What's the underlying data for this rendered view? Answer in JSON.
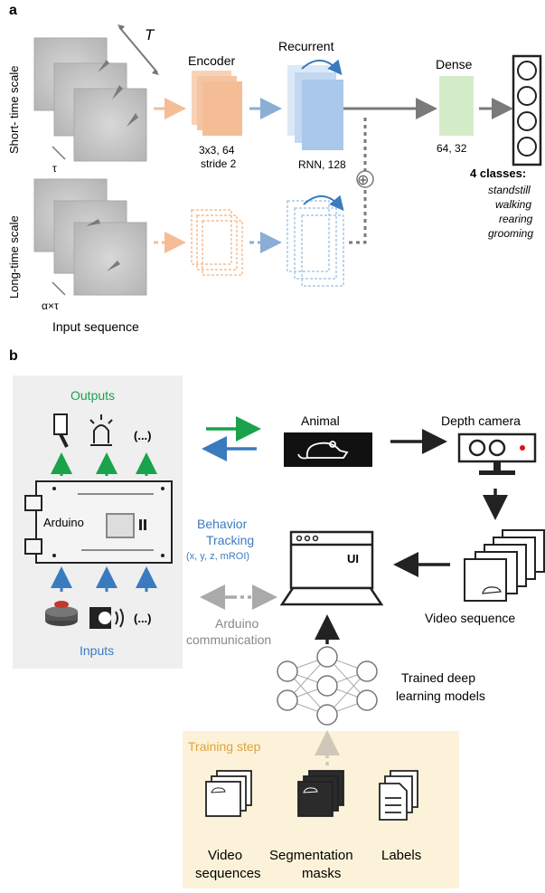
{
  "panel_a": {
    "label": "a",
    "short_scale_label": "Short- time scale",
    "long_scale_label": "Long-time scale",
    "T_label": "T",
    "tau_label": "τ",
    "alpha_tau_label": "α×τ",
    "input_sequence_label": "Input sequence",
    "encoder": {
      "title": "Encoder",
      "spec_line1": "3x3, 64",
      "spec_line2": "stride 2"
    },
    "recurrent": {
      "title": "Recurrent",
      "spec": "RNN, 128"
    },
    "dense": {
      "title": "Dense",
      "spec": "64, 32"
    },
    "sum_symbol": "⊕",
    "classes_title": "4 classes:",
    "classes": [
      "standstill",
      "walking",
      "rearing",
      "grooming"
    ]
  },
  "panel_b": {
    "label": "b",
    "outputs_label": "Outputs",
    "inputs_label": "Inputs",
    "ellipsis": "(...)",
    "arduino_label": "Arduino",
    "animal_label": "Animal",
    "depth_camera_label": "Depth camera",
    "behavior_tracking_line1": "Behavior",
    "behavior_tracking_line2": "Tracking",
    "behavior_tracking_line3": "(x, y, z, mROI)",
    "ui_label": "UI",
    "video_sequence_label": "Video sequence",
    "arduino_comm_line1": "Arduino",
    "arduino_comm_line2": "communication",
    "trained_models_line1": "Trained deep",
    "trained_models_line2": "learning models",
    "training_step_label": "Training step",
    "training_items": [
      {
        "line1": "Video",
        "line2": "sequences"
      },
      {
        "line1": "Segmentation",
        "line2": "masks"
      },
      {
        "line1": "Labels",
        "line2": ""
      }
    ]
  },
  "colors": {
    "green": "#1aa34a",
    "blue": "#3a7bbf",
    "orange": "#f5bd95",
    "recurrent_blue": "#a9c8ea",
    "dense_green": "#d5ecc9",
    "gray_arrow": "#7a7a7a",
    "training_bg": "#fbf2d9",
    "training_title": "#e2a23b",
    "hardware_bg": "#efefef"
  }
}
